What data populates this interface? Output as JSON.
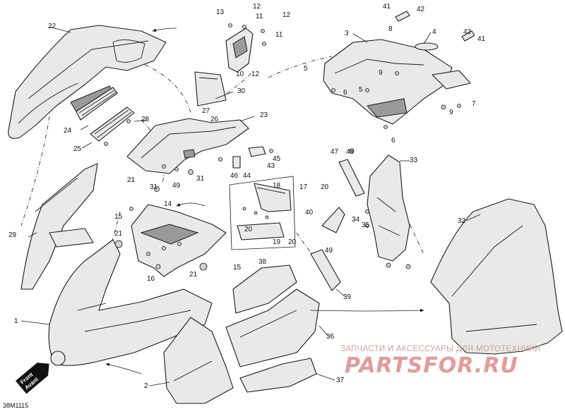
{
  "diagram": {
    "code": "38M1115",
    "front_badge": [
      "Front",
      "Avant"
    ],
    "watermark": {
      "tagline": "ЗАПЧАСТИ И АКСЕССУАРЫ ДЛЯ МОТОТЕХНИКИ",
      "logo": "PARTSFOR.RU"
    },
    "callouts": {
      "c1": "1",
      "c2": "2",
      "c3": "3",
      "c4": "4",
      "c5a": "5",
      "c5b": "5",
      "c6a": "6",
      "c6b": "6",
      "c7": "7",
      "c8": "8",
      "c9a": "9",
      "c9b": "9",
      "c10": "10",
      "c10to": "12",
      "c11a": "11",
      "c11b": "11",
      "c12a": "12",
      "c12b": "12",
      "c13": "13",
      "c14": "14",
      "c15a": "15",
      "c15b": "15",
      "c16": "16",
      "c17": "17",
      "c17to": "20",
      "c18": "18",
      "c19": "19",
      "c19to": "20",
      "c20": "20",
      "c21a": "21",
      "c21b": "21",
      "c21c": "21",
      "c22": "22",
      "c23": "23",
      "c24": "24",
      "c25": "25",
      "c26": "26",
      "c27": "27",
      "c28": "28",
      "c29": "29",
      "c30": "30",
      "c31a": "31",
      "c31b": "31",
      "c32": "32",
      "c33": "33",
      "c34": "34",
      "c35": "35",
      "c36": "36",
      "c37": "37",
      "c38": "38",
      "c39": "39",
      "c40": "40",
      "c41a": "41",
      "c41b": "41",
      "c42a": "42",
      "c42b": "42",
      "c43": "43",
      "c44": "44",
      "c45": "45",
      "c46": "46",
      "c47": "47",
      "c48": "48",
      "c49a": "49",
      "c49b": "49"
    }
  }
}
